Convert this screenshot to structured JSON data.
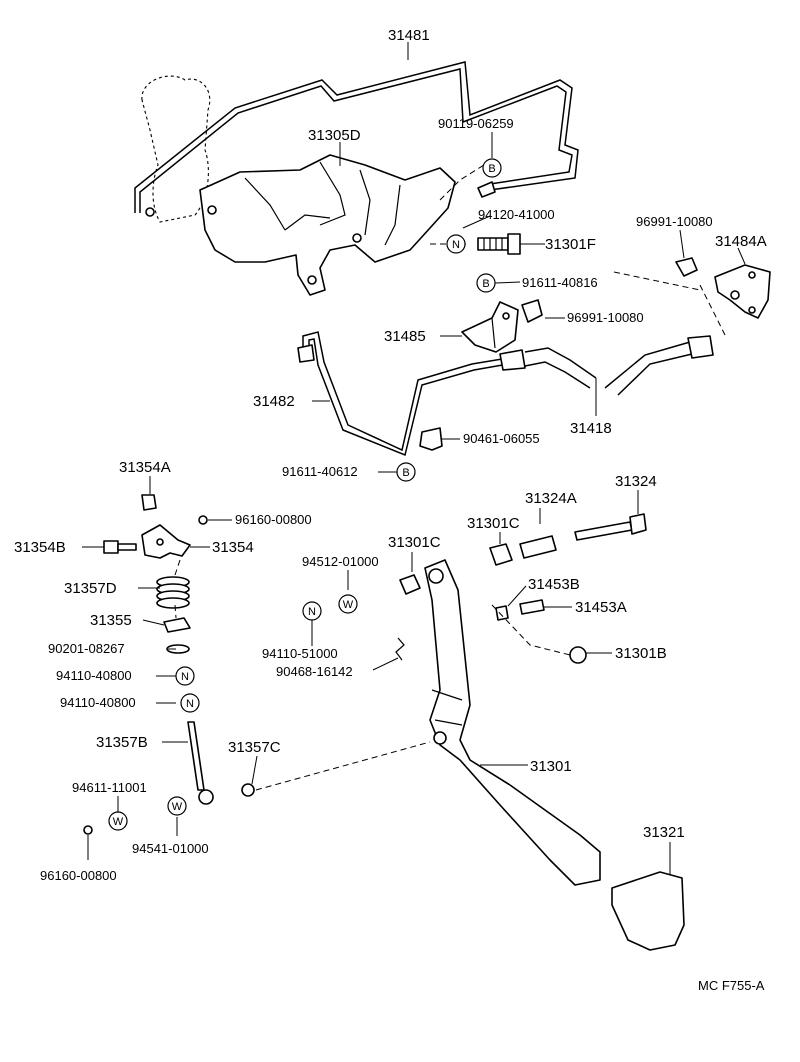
{
  "labels": {
    "p31481": "31481",
    "p31305D": "31305D",
    "p90119_06259": "90119-06259",
    "p94120_41000": "94120-41000",
    "p31301F": "31301F",
    "p96991_10080_top": "96991-10080",
    "p31484A": "31484A",
    "p91611_40816": "91611-40816",
    "p31485": "31485",
    "p96991_10080_mid": "96991-10080",
    "p31482": "31482",
    "p31418": "31418",
    "p90461_06055": "90461-06055",
    "p91611_40612": "91611-40612",
    "p31354A": "31354A",
    "p96160_00800_top": "96160-00800",
    "p31354B": "31354B",
    "p31354": "31354",
    "p31357D": "31357D",
    "p31355": "31355",
    "p90201_08267": "90201-08267",
    "p94110_40800_a": "94110-40800",
    "p94110_40800_b": "94110-40800",
    "p31357B": "31357B",
    "p31357C": "31357C",
    "p94611_11001": "94611-11001",
    "p94541_01000": "94541-01000",
    "p96160_00800_bot": "96160-00800",
    "p94512_01000": "94512-01000",
    "p94110_51000": "94110-51000",
    "p90468_16142": "90468-16142",
    "p31301C_a": "31301C",
    "p31301C_b": "31301C",
    "p31324A": "31324A",
    "p31324": "31324",
    "p31453B": "31453B",
    "p31453A": "31453A",
    "p31301B": "31301B",
    "p31301": "31301",
    "p31321": "31321",
    "code": "MC F755-A"
  },
  "markers": {
    "b": "B",
    "n": "N",
    "w": "W"
  }
}
